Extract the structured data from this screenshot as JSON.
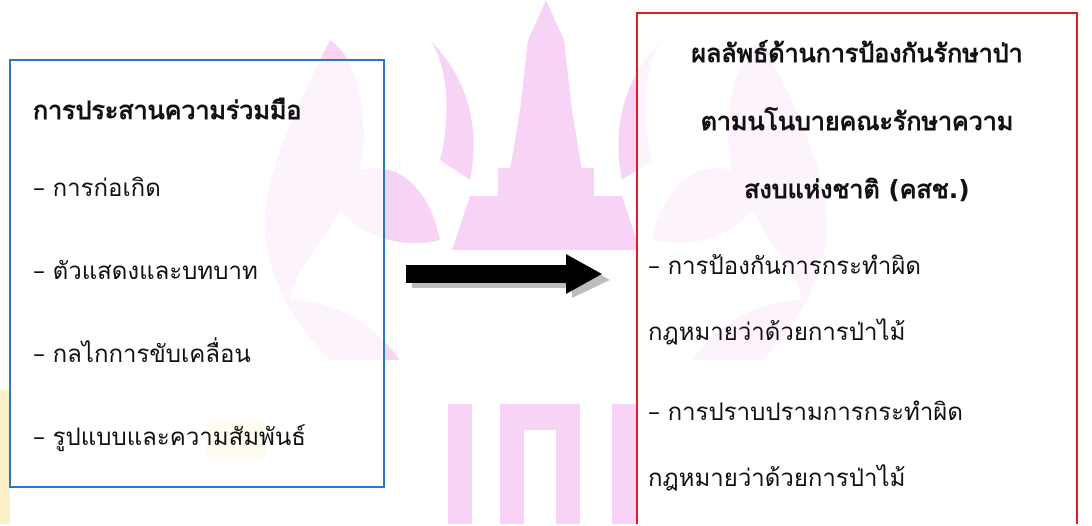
{
  "left_box": {
    "title": "การประสานความร่วมมือ",
    "items": [
      "– การก่อเกิด",
      "– ตัวแสดงและบทบาท",
      "– กลไกการขับเคลื่อน",
      "– รูปแบบและความสัมพันธ์"
    ]
  },
  "right_box": {
    "title_lines": [
      "ผลลัพธ์ด้านการป้องกันรักษาป่า",
      "ตามนโนบายคณะรักษาความ",
      "สงบแห่งชาติ (คสช.)"
    ],
    "items": [
      {
        "line1": "– การป้องกันการกระทำผิด",
        "line2": "กฎหมายว่าด้วยการป่าไม้"
      },
      {
        "line1": "– การปราบปรามการกระทำผิด",
        "line2": "กฎหมายว่าด้วยการป่าไม้"
      }
    ]
  },
  "colors": {
    "left_border": "#2b77c4",
    "right_border": "#e31d25",
    "arrow": "#000000",
    "watermark_pink": "#f3b8f0",
    "watermark_yellow": "#fbe9a8"
  }
}
